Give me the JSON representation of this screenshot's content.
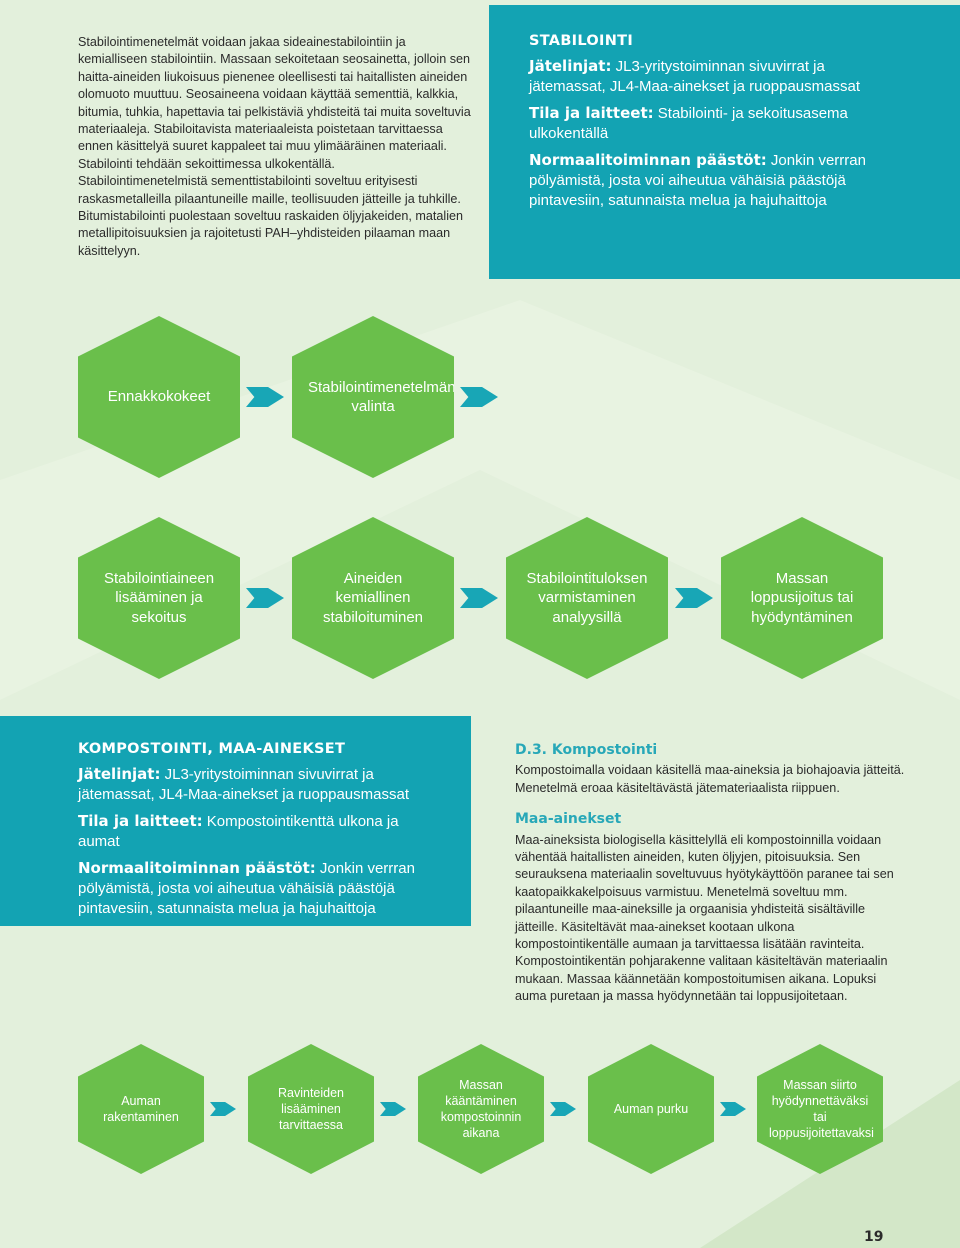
{
  "intro_paragraphs": [
    "Stabilointimenetelmät voidaan jakaa sideainestabilointiin ja kemialliseen stabilointiin. Massaan sekoitetaan seosainetta, jolloin sen haitta-aineiden liukoisuus pienenee oleellisesti tai haitallisten aineiden olomuoto muuttuu. Seosaineena voidaan käyttää sementtiä, kalkkia, bitumia, tuhkia, hapettavia tai pelkistäviä yhdisteitä tai muita soveltuvia materiaaleja. Stabiloitavista materiaaleista poistetaan tarvittaessa ennen käsittelyä suuret kappaleet tai muu ylimääräinen materiaali. Stabilointi tehdään sekoittimessa ulkokentällä.",
    "Stabilointimenetelmistä sementtistabilointi soveltuu erityisesti raskasmetalleilla pilaantuneille maille, teollisuuden jätteille ja tuhkille. Bitumistabilointi puolestaan soveltuu raskaiden öljyjakeiden, matalien metallipitoisuuksien ja rajoitetusti PAH–yhdisteiden pilaaman maan käsittelyyn."
  ],
  "stabilointi_box": {
    "title": "STABILOINTI",
    "items": [
      {
        "label": "Jätelinjat:",
        "text": "JL3-yritystoiminnan sivuvirrat ja jätemassat, JL4-Maa-ainekset ja ruoppausmassat"
      },
      {
        "label": "Tila ja laitteet:",
        "text": "Stabilointi- ja sekoitusasema ulkokentällä"
      },
      {
        "label": "Normaalitoiminnan päästöt:",
        "text": "Jonkin verrran pölyämistä, josta voi aiheutua vähäisiä päästöjä pintavesiin, satunnaista melua ja hajuhaittoja"
      }
    ]
  },
  "stabilointi_flow_row1": [
    "Ennakkokokeet",
    "Stabilointimenetelmän valinta"
  ],
  "stabilointi_flow_row2": [
    "Stabilointiaineen lisääminen ja sekoitus",
    "Aineiden kemiallinen stabiloituminen",
    "Stabilointituloksen varmistaminen analyysillä",
    "Massan loppusijoitus tai hyödyntäminen"
  ],
  "kompostointi_box": {
    "title": "KOMPOSTOINTI, MAA-AINEKSET",
    "items": [
      {
        "label": "Jätelinjat:",
        "text": "JL3-yritystoiminnan sivuvirrat ja jätemassat, JL4-Maa-ainekset ja ruoppausmassat"
      },
      {
        "label": "Tila ja laitteet:",
        "text": "Kompostointikenttä ulkona ja aumat"
      },
      {
        "label": "Normaalitoiminnan päästöt:",
        "text": "Jonkin verrran pölyämistä, josta voi aiheutua vähäisiä päästöjä pintavesiin, satunnaista melua ja hajuhaittoja"
      }
    ]
  },
  "kompostointi_section": {
    "heading": "D.3. Kompostointi",
    "text": "Kompostoimalla voidaan käsitellä maa-aineksia ja biohajoavia jätteitä. Menetelmä eroaa käsiteltävästä jätemateriaalista riippuen.",
    "subheading": "Maa-ainekset",
    "subtext": "Maa-aineksista biologisella käsittelyllä eli kompostoinnilla voidaan vähentää haitallisten aineiden, kuten öljyjen, pitoisuuksia. Sen seurauksena materiaalin soveltuvuus hyötykäyttöön paranee tai sen kaatopaikkakelpoisuus varmistuu. Menetelmä soveltuu mm. pilaantuneille maa-aineksille ja orgaanisia yhdisteitä sisältäville jätteille. Käsiteltävät maa-ainekset kootaan ulkona kompostointikentälle aumaan ja tarvittaessa lisätään ravinteita. Kompostointikentän pohjarakenne valitaan käsiteltävän materiaalin mukaan. Massaa käännetään kompostoitumisen aikana. Lopuksi auma puretaan ja massa hyödynnetään tai loppusijoitetaan."
  },
  "kompostointi_flow": [
    "Auman rakentaminen",
    "Ravinteiden lisääminen tarvittaessa",
    "Massan kääntäminen kompostoinnin aikana",
    "Auman purku",
    "Massan siirto hyödynnettäväksi tai loppusijoitettavaksi"
  ],
  "page_number": "19",
  "colors": {
    "teal": "#13a3b3",
    "green": "#6abf4b",
    "arrow": "#18a6b6",
    "page_bg": "#e3f0dc",
    "heading_accent": "#28a8b8"
  }
}
